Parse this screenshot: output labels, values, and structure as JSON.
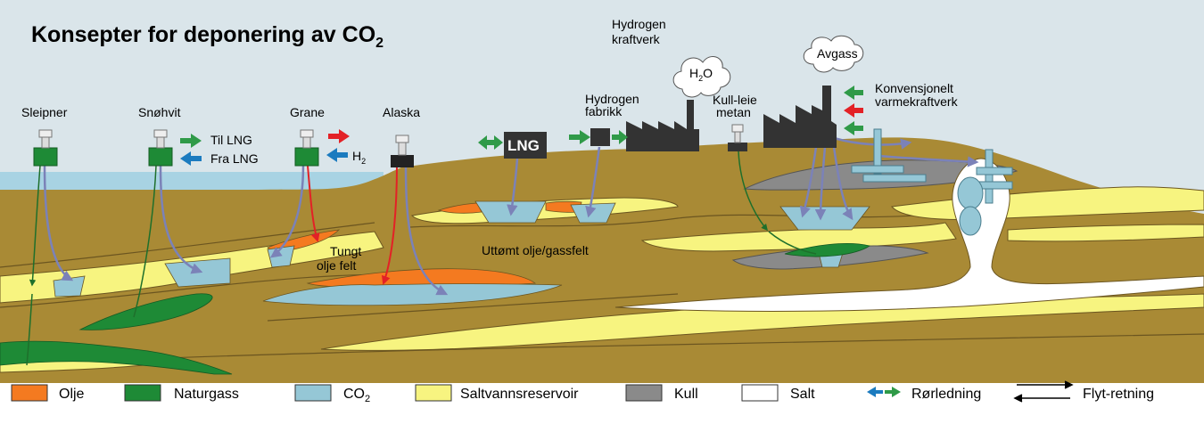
{
  "title": {
    "prefix": "Konsepter for deponering av",
    "co2": "CO",
    "sub": "2"
  },
  "sites": {
    "sleipner": "Sleipner",
    "snohvit": "Snøhvit",
    "grane": "Grane",
    "alaska": "Alaska"
  },
  "arrows": {
    "til_lng": "Til LNG",
    "fra_lng": "Fra LNG",
    "h2": "H",
    "h2_sub": "2"
  },
  "facilities": {
    "lng": "LNG",
    "hydrogen_fabrikk_1": "Hydrogen",
    "hydrogen_fabrikk_2": "fabrikk",
    "hydrogen_kraftverk_1": "Hydrogen",
    "hydrogen_kraftverk_2": "kraftverk",
    "h2o": "H",
    "h2o_sub": "2",
    "h2o_end": "O",
    "kull_1": "Kull-leie",
    "kull_2": "metan",
    "avgass": "Avgass",
    "konv_1": "Konvensjonelt",
    "konv_2": "varmekraftverk"
  },
  "fields": {
    "tungt_1": "Tungt",
    "tungt_2": "olje felt",
    "uttomt": "Uttømt olje/gassfelt"
  },
  "legend": {
    "olje": "Olje",
    "naturgass": "Naturgass",
    "co2": "CO",
    "co2_sub": "2",
    "saltvann": "Saltvannsreservoir",
    "kull": "Kull",
    "salt": "Salt",
    "rorledning": "Rørledning",
    "flyt": "Flyt-retning"
  },
  "colors": {
    "sky": "#dae5ea",
    "sea": "#a8d3e3",
    "ground": "#a98a35",
    "oil": "#f47a20",
    "gas": "#1e8a36",
    "co2": "#95c7d6",
    "saline": "#f7f480",
    "coal": "#8a8a8a",
    "salt": "#ffffff",
    "flow_line": "#7b82b8",
    "pipe_green": "#2f9a48",
    "pipe_blue": "#1b7bbf",
    "red": "#e32126",
    "factory": "#333333"
  }
}
